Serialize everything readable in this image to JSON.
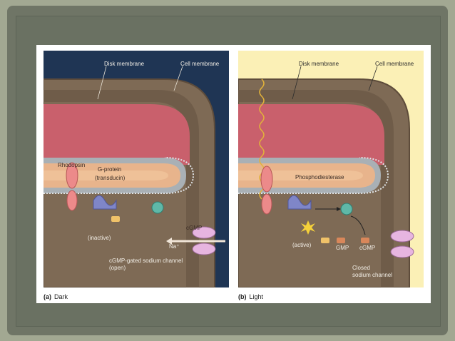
{
  "panel_a": {
    "caption_letter": "(a)",
    "caption_word": "Dark",
    "labels": {
      "disk_membrane": "Disk membrane",
      "cell_membrane": "Cell membrane",
      "rhodopsin": "Rhodopsin",
      "g_protein": "G-protein",
      "transducin": "(transducin)",
      "inactive": "(inactive)",
      "cgmp": "cGMP",
      "na": "Na⁺",
      "channel": "cGMP-gated sodium channel",
      "channel_state": "(open)"
    }
  },
  "panel_b": {
    "caption_letter": "(b)",
    "caption_word": "Light",
    "labels": {
      "disk_membrane": "Disk membrane",
      "cell_membrane": "Cell membrane",
      "phosphodiesterase": "Phosphodiesterase",
      "active": "(active)",
      "gmp": "GMP",
      "cgmp": "cGMP",
      "channel_line1": "Closed",
      "channel_line2": "sodium channel"
    }
  },
  "colors": {
    "dark_background": "#1f3554",
    "light_background": "#fbf0b6",
    "cytoplasm": "#7e6a55",
    "disk": "#c9606c",
    "membrane": "#a9b0b5"
  }
}
